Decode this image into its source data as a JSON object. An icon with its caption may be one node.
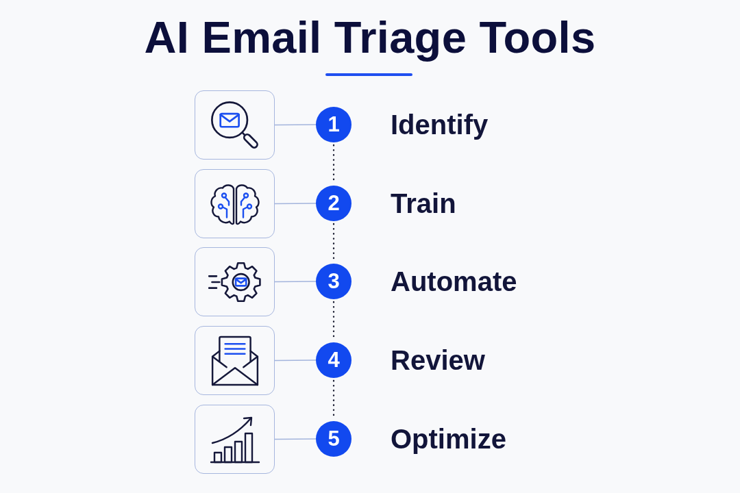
{
  "diagram": {
    "title": "AI Email Triage Tools",
    "nodes": [
      {
        "text": [],
        "shape": "picture"
      },
      {
        "text": [
          "1"
        ],
        "beside": [
          "Identify"
        ]
      },
      {
        "text": [],
        "shape": "picture"
      },
      {
        "text": [
          "2"
        ],
        "beside": [
          "Train"
        ]
      },
      {
        "text": [],
        "shape": "picture"
      },
      {
        "text": [
          "3"
        ],
        "beside": [
          "Automate"
        ]
      },
      {
        "text": [],
        "shape": "picture"
      },
      {
        "text": [
          "4"
        ],
        "beside": [
          "Review"
        ]
      },
      {
        "text": [],
        "shape": "picture"
      },
      {
        "text": [
          "5"
        ],
        "beside": [
          "Optimize"
        ]
      }
    ],
    "edges": [
      {
        "from": 0,
        "to": 1,
        "arrow": "none"
      },
      {
        "from": 1,
        "to": 3,
        "arrow": "none",
        "style": "dashed",
        "color": "#1c1f33"
      },
      {
        "from": 2,
        "to": 3,
        "arrow": "none"
      },
      {
        "from": 3,
        "to": 5,
        "arrow": "none",
        "style": "dashed",
        "color": "#1c1f33"
      },
      {
        "from": 4,
        "to": 5,
        "arrow": "none"
      },
      {
        "from": 5,
        "to": 7,
        "arrow": "none",
        "style": "dashed",
        "color": "#1c1f33"
      },
      {
        "from": 6,
        "to": 7,
        "arrow": "none"
      },
      {
        "from": 7,
        "to": 9,
        "arrow": "none",
        "style": "dashed",
        "color": "#1c1f33"
      },
      {
        "from": 8,
        "to": 9,
        "arrow": "none"
      }
    ]
  }
}
